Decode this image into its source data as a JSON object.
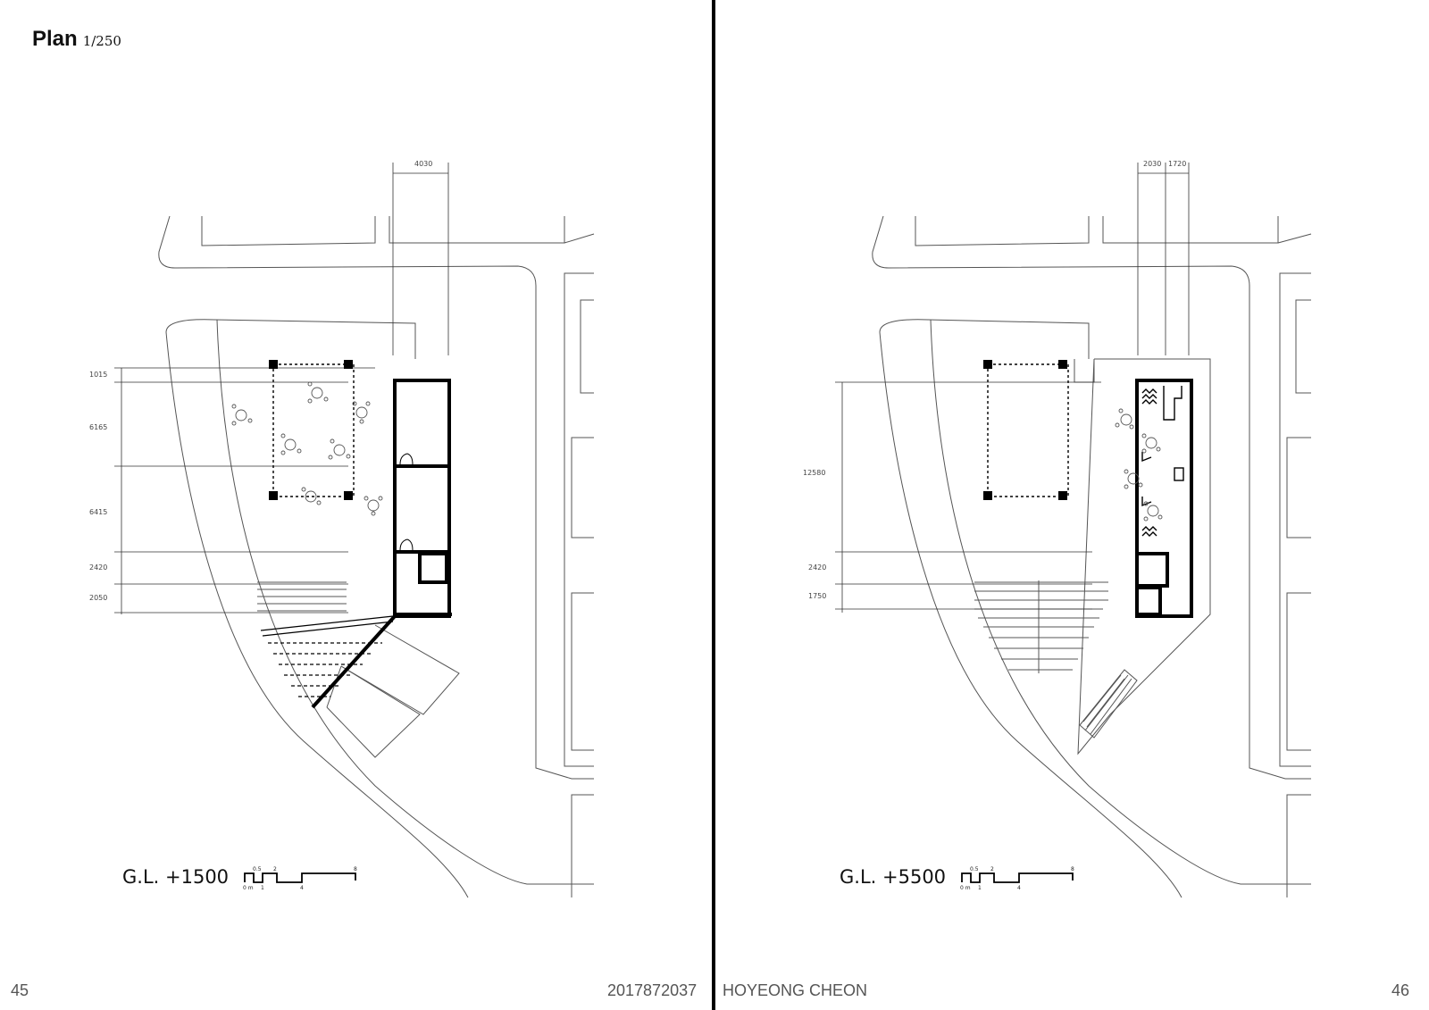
{
  "header": {
    "title": "Plan",
    "scale": "1/250"
  },
  "footer": {
    "page_left": "45",
    "student_id": "2017872037",
    "author": "HOYEONG CHEON",
    "page_right": "46"
  },
  "plans": {
    "left": {
      "level": "G.L. +1500",
      "top_dims": [
        "4030"
      ],
      "side_dims": [
        "1015",
        "6165",
        "6415",
        "2420",
        "2050"
      ]
    },
    "right": {
      "level": "G.L. +5500",
      "top_dims": [
        "2030",
        "1720"
      ],
      "side_dims": [
        "12580",
        "2420",
        "1750"
      ]
    }
  },
  "scale_bar": {
    "ticks_top": [
      "0.5",
      "2",
      "8"
    ],
    "ticks_bottom": [
      "0 m",
      "1",
      "4"
    ]
  }
}
